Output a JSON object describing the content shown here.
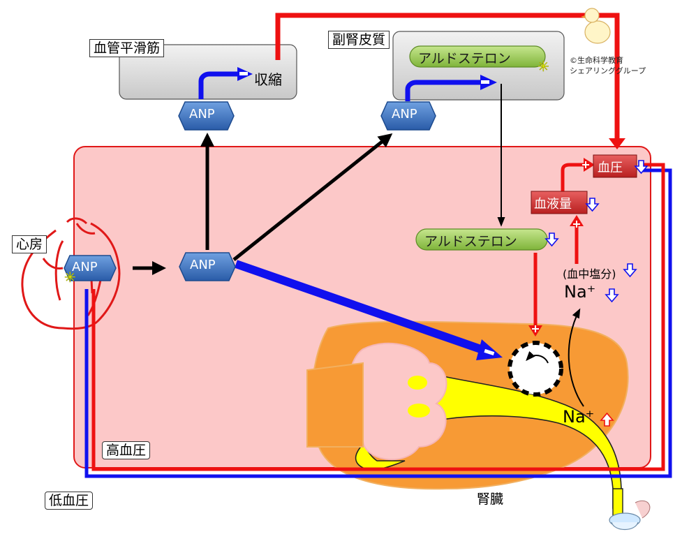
{
  "labels": {
    "vascular_smooth_muscle": "血管平滑筋",
    "adrenal_cortex": "副腎皮質",
    "atrium": "心房",
    "contraction": "収縮",
    "aldosterone": "アルドステロン",
    "anp": "ANP",
    "blood_pressure": "血圧",
    "blood_volume": "血液量",
    "blood_salt": "(血中塩分)",
    "sodium": "Na⁺",
    "kidney": "腎臓",
    "high_blood_pressure": "高血圧",
    "low_blood_pressure": "低血圧"
  },
  "copyright": {
    "line1": "©生命科学教育",
    "line2": "シェアリンググループ"
  },
  "colors": {
    "body_fill": "#fcc8c8",
    "body_border": "#e01818",
    "anp_fill": "#3d73c0",
    "aldosterone_fill": "#9ccc52",
    "red_line": "#ee1111",
    "blue_line": "#1111ee",
    "kidney_orange": "#f7a23a",
    "tubule_yellow": "#ffff00",
    "organ_gray": "#d6d6d6"
  }
}
